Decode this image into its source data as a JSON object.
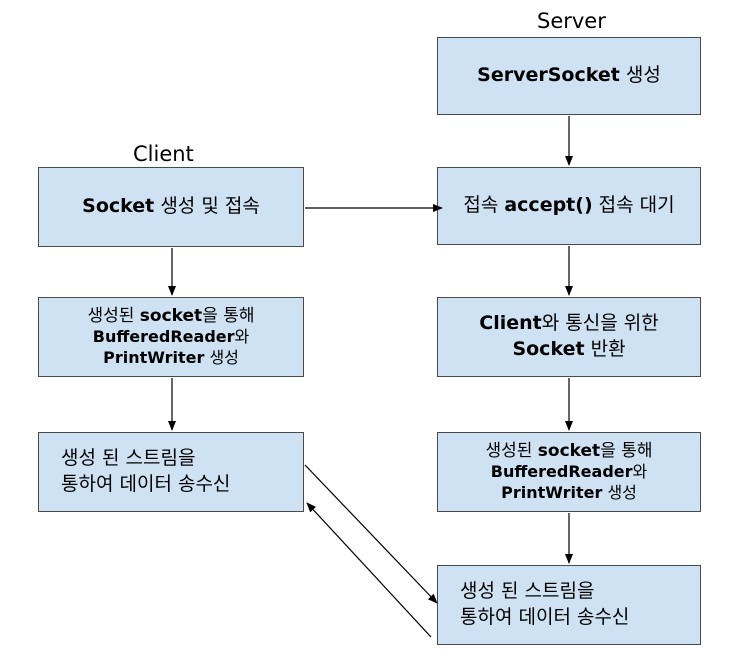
{
  "labels": {
    "server": "Server",
    "client": "Client"
  },
  "server": {
    "box1": {
      "bold": "ServerSocket",
      "rest": " 생성"
    },
    "box2": {
      "pre": "접속 ",
      "bold": "accept()",
      "post": " 접속 대기"
    },
    "box3": {
      "line1_bold": "Client",
      "line1_rest": "와 통신을 위한",
      "line2_bold": "Socket",
      "line2_rest": " 반환"
    },
    "box4": {
      "line1_pre": "생성된 ",
      "line1_bold": "socket",
      "line1_post": "을 통해",
      "line2_bold": "BufferedReader",
      "line2_post": "와",
      "line3_bold": "PrintWriter",
      "line3_post": " 생성"
    },
    "box5": {
      "line1": "생성 된 스트림을",
      "line2": "통하여 데이터 송수신"
    }
  },
  "client": {
    "box1": {
      "bold": "Socket",
      "rest": " 생성 및 접속"
    },
    "box2": {
      "line1_pre": "생성된 ",
      "line1_bold": "socket",
      "line1_post": "을 통해",
      "line2_bold": "BufferedReader",
      "line2_post": "와",
      "line3_bold": "PrintWriter",
      "line3_post": " 생성"
    },
    "box3": {
      "line1": "생성 된 스트림을",
      "line2": "통하여 데이터 송수신"
    }
  },
  "colors": {
    "box_fill": "#cfe2f3",
    "box_border": "#4a4a4a",
    "arrow": "#000000"
  }
}
